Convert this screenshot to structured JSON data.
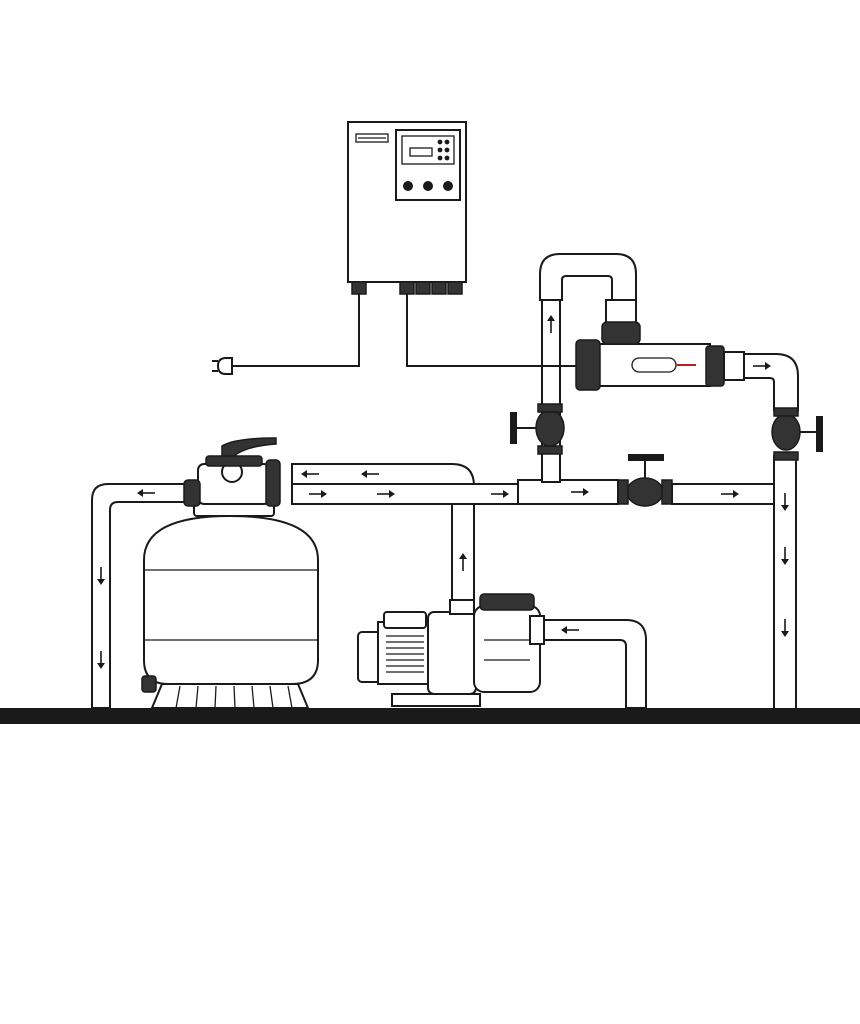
{
  "colors": {
    "line": "#1a1a1a",
    "background": "#ffffff",
    "valve_body": "#333333",
    "accent_red": "#b22222"
  },
  "components": [
    {
      "id": "control-box",
      "icon": "control-panel-icon"
    },
    {
      "id": "power-plug",
      "icon": "plug-icon"
    },
    {
      "id": "sand-filter",
      "icon": "sand-filter-tank-icon"
    },
    {
      "id": "multiport-valve",
      "icon": "multiport-valve-icon"
    },
    {
      "id": "circulation-pump",
      "icon": "pump-icon"
    },
    {
      "id": "treatment-cell",
      "icon": "electrolysis-cell-icon"
    },
    {
      "id": "bypass-valve",
      "icon": "gate-valve-icon"
    },
    {
      "id": "inlet-valve",
      "icon": "gate-valve-icon"
    },
    {
      "id": "outlet-valve",
      "icon": "gate-valve-icon"
    }
  ],
  "flow_arrows": [
    {
      "id": "filter-return-top-1",
      "dir": "left"
    },
    {
      "id": "filter-return-top-2",
      "dir": "left"
    },
    {
      "id": "filter-out-1",
      "dir": "right"
    },
    {
      "id": "filter-out-2",
      "dir": "right"
    },
    {
      "id": "filter-out-3",
      "dir": "right"
    },
    {
      "id": "bypass-1",
      "dir": "right"
    },
    {
      "id": "bypass-2",
      "dir": "right"
    },
    {
      "id": "left-elbow",
      "dir": "left"
    },
    {
      "id": "left-down-1",
      "dir": "down"
    },
    {
      "id": "left-down-2",
      "dir": "down"
    },
    {
      "id": "pump-riser",
      "dir": "up"
    },
    {
      "id": "pump-suction",
      "dir": "left"
    },
    {
      "id": "cell-riser",
      "dir": "up"
    },
    {
      "id": "cell-outlet",
      "dir": "right"
    },
    {
      "id": "return-down-1",
      "dir": "down"
    },
    {
      "id": "return-down-2",
      "dir": "down"
    },
    {
      "id": "return-down-3",
      "dir": "down"
    }
  ]
}
